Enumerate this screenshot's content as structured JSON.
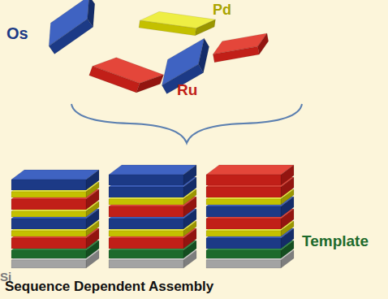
{
  "diagram": {
    "caption": "Sequence Dependent Assembly",
    "labels": [
      "Os",
      "Pd",
      "Ru",
      "Si",
      "Template"
    ]
  }
}
